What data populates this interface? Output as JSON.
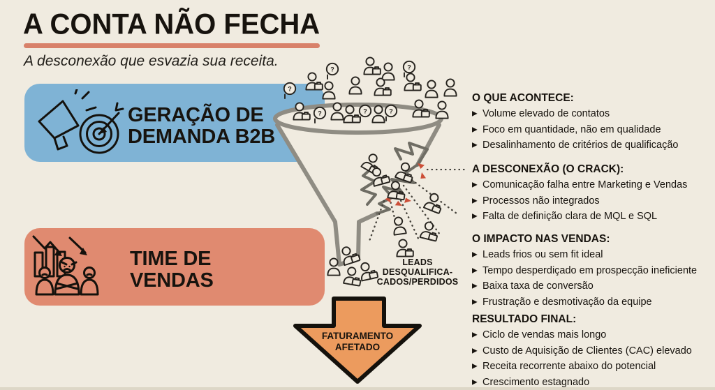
{
  "header": {
    "title": "A CONTA NÃO FECHA",
    "subtitle": "A desconexão que esvazia sua receita."
  },
  "left": {
    "demand_box": {
      "label_line1": "GERAÇÃO DE",
      "label_line2": "DEMANDA B2B",
      "color": "#7fb3d5"
    },
    "sales_box": {
      "label_line1": "TIME DE",
      "label_line2": "VENDAS",
      "color": "#e08a70"
    }
  },
  "funnel": {
    "leads_label_line1": "LEADS",
    "leads_label_line2": "DESQUALIFICA-",
    "leads_label_line3": "CADOS/PERDIDOS"
  },
  "arrow": {
    "label_line1": "FATURAMENTO",
    "label_line2": "AFETADO",
    "color": "#ec9b5e"
  },
  "right_sections": [
    {
      "heading": "O QUE ACONTECE:",
      "items": [
        "Volume elevado de contatos",
        "Foco em quantidade, não em qualidade",
        "Desalinhamento de critérios de qualificação"
      ]
    },
    {
      "heading": "A DESCONEXÃO (O CRACK):",
      "items": [
        "Comunicação falha entre Marketing e Vendas",
        "Processos não integrados",
        "Falta de definição clara de MQL e SQL"
      ]
    },
    {
      "heading": "O IMPACTO NAS VENDAS:",
      "items": [
        "Leads frios ou sem fit ideal",
        "Tempo desperdiçado em prospecção ineficiente",
        "Baixa taxa de conversão",
        "Frustração e desmotivação da equipe"
      ]
    },
    {
      "heading": "RESULTADO FINAL:",
      "items": [
        "Ciclo de vendas mais longo",
        "Custo de Aquisição de Clientes (CAC) elevado",
        "Receita recorrente abaixo do potencial",
        "Crescimento estagnado"
      ]
    }
  ],
  "glyphs": {
    "bullet": "▶",
    "question": "?"
  },
  "colors": {
    "background": "#f0ebe0",
    "title_ink": "#17130e",
    "underline": "#d8816a",
    "demand_blue": "#7fb3d5",
    "sales_red": "#e08a70",
    "arrow_orange": "#ec9b5e",
    "funnel_gray": "#8f8c83",
    "spark_red": "#cc4f38"
  }
}
